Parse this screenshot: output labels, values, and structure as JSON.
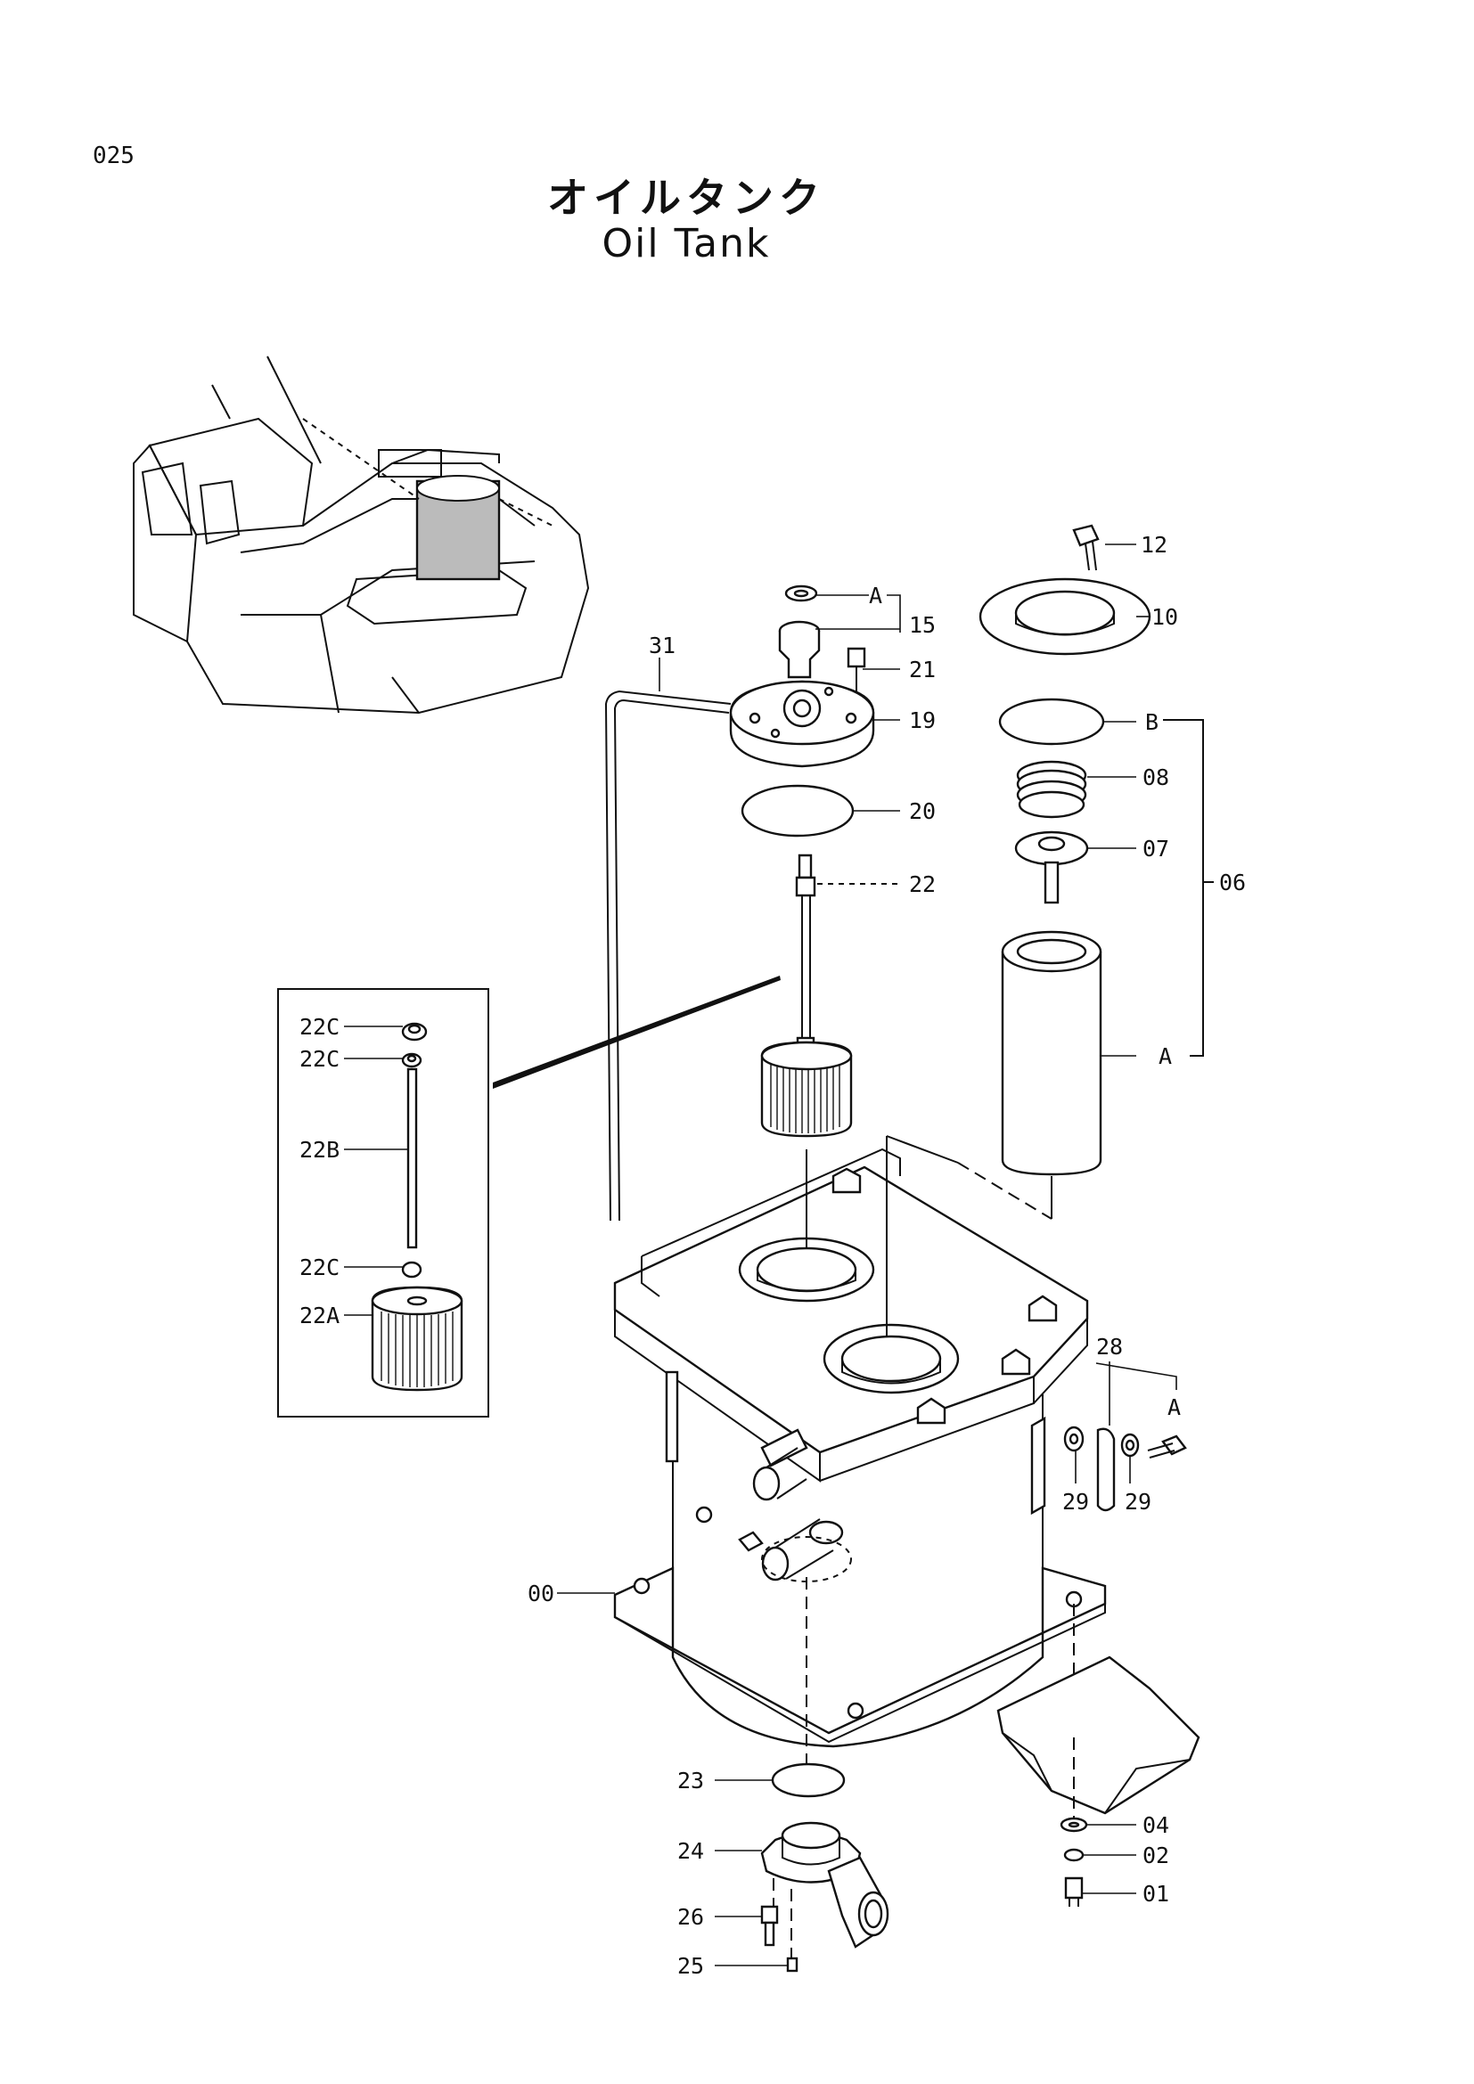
{
  "page": {
    "number": "025",
    "title_ja": "オイルタンク",
    "title_en": "Oil Tank"
  },
  "callouts": {
    "p12": "12",
    "p10": "10",
    "pA_top": "A",
    "p15": "15",
    "p21": "21",
    "p31": "31",
    "p19": "19",
    "pB": "B",
    "p20": "20",
    "p08": "08",
    "p07": "07",
    "p06": "06",
    "p22": "22",
    "pA_mid": "A",
    "p22C_1": "22C",
    "p22C_2": "22C",
    "p22B": "22B",
    "p22C_3": "22C",
    "p22A": "22A",
    "p28": "28",
    "pA_right": "A",
    "p29_left": "29",
    "p29_right": "29",
    "p00": "00",
    "p23": "23",
    "p24": "24",
    "p26": "26",
    "p25": "25",
    "p04": "04",
    "p02": "02",
    "p01": "01"
  }
}
